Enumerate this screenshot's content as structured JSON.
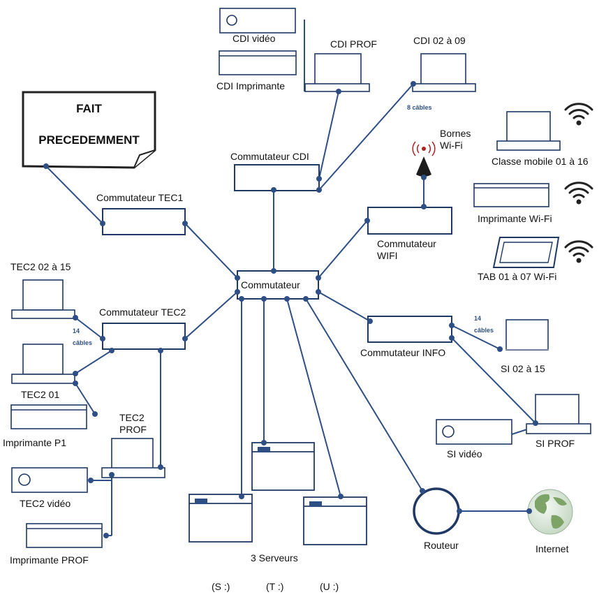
{
  "note": {
    "line1": "FAIT",
    "line2": "PRECEDEMMENT"
  },
  "cdi": {
    "video": "CDI vidéo",
    "printer": "CDI Imprimante",
    "prof": "CDI   PROF",
    "pcs": "CDI   02 à 09",
    "cables": "8 câbles",
    "switch": "Commutateur CDI"
  },
  "wifi": {
    "bornes": "Bornes\nWi-Fi",
    "switch": "Commutateur\nWIFI",
    "mobile": "Classe mobile 01 à 16",
    "printer": "Imprimante Wi-Fi",
    "tablets": "TAB 01 à 07 Wi-Fi"
  },
  "tec1": {
    "switch": "Commutateur TEC1"
  },
  "tec2": {
    "pcs": "TEC2   02 à 15",
    "cables": "14\ncâbles",
    "switch": "Commutateur TEC2",
    "pc01": "TEC2   01",
    "printer_p1": "Imprimante P1",
    "prof": "TEC2\nPROF",
    "video": "TEC2 vidéo",
    "printer_prof": "Imprimante PROF"
  },
  "core": {
    "switch": "Commutateur"
  },
  "info": {
    "switch": "Commutateur INFO",
    "cables": "14\ncâbles",
    "pcs": "SI   02 à 15",
    "video": "SI vidéo",
    "prof": "SI   PROF"
  },
  "servers": {
    "label": "3 Serveurs",
    "drives": [
      "(S :)",
      "(T :)",
      "(U :)"
    ]
  },
  "router": {
    "label": "Routeur"
  },
  "internet": {
    "label": "Internet"
  },
  "colors": {
    "line": "#2e4f85",
    "dot": "#2e4f85",
    "box": "#1f3864"
  }
}
